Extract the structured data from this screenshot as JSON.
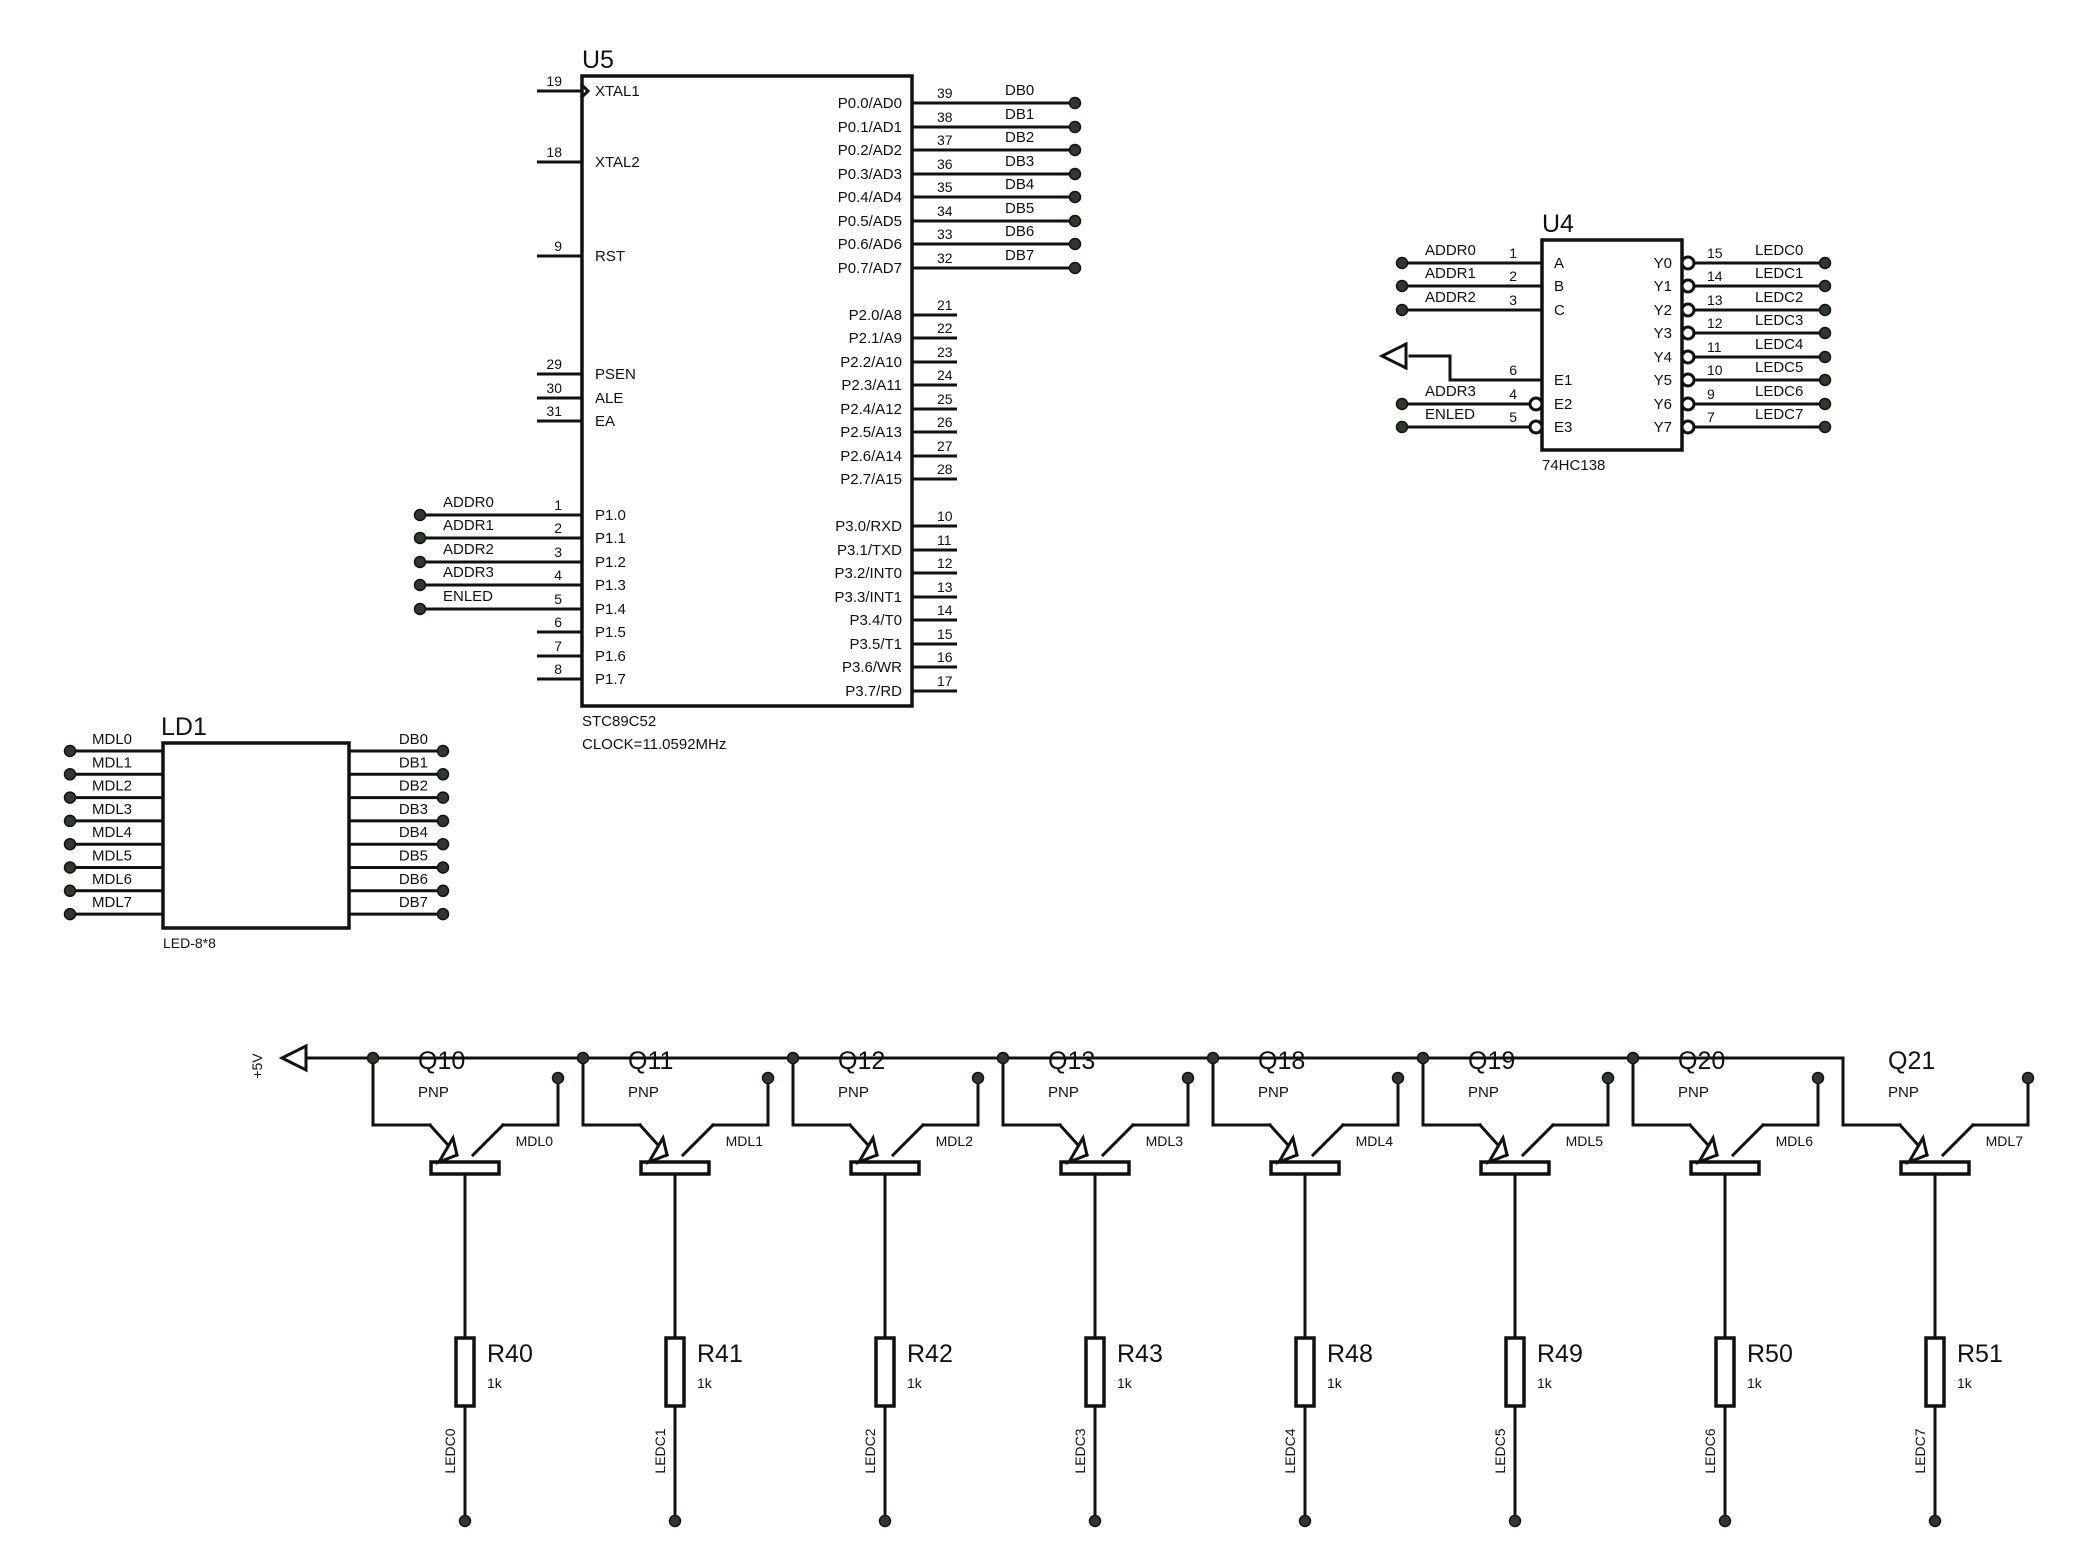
{
  "u5": {
    "ref": "U5",
    "part": "STC89C52",
    "clock": "CLOCK=11.0592MHz",
    "left_pins": [
      {
        "num": "19",
        "name": "XTAL1",
        "net": ""
      },
      {
        "num": "18",
        "name": "XTAL2",
        "net": ""
      },
      {
        "num": "9",
        "name": "RST",
        "net": ""
      },
      {
        "num": "29",
        "name": "PSEN",
        "net": ""
      },
      {
        "num": "30",
        "name": "ALE",
        "net": ""
      },
      {
        "num": "31",
        "name": "EA",
        "net": ""
      },
      {
        "num": "1",
        "name": "P1.0",
        "net": "ADDR0"
      },
      {
        "num": "2",
        "name": "P1.1",
        "net": "ADDR1"
      },
      {
        "num": "3",
        "name": "P1.2",
        "net": "ADDR2"
      },
      {
        "num": "4",
        "name": "P1.3",
        "net": "ADDR3"
      },
      {
        "num": "5",
        "name": "P1.4",
        "net": "ENLED"
      },
      {
        "num": "6",
        "name": "P1.5",
        "net": ""
      },
      {
        "num": "7",
        "name": "P1.6",
        "net": ""
      },
      {
        "num": "8",
        "name": "P1.7",
        "net": ""
      }
    ],
    "right_pins": [
      {
        "num": "39",
        "name": "P0.0/AD0",
        "net": "DB0"
      },
      {
        "num": "38",
        "name": "P0.1/AD1",
        "net": "DB1"
      },
      {
        "num": "37",
        "name": "P0.2/AD2",
        "net": "DB2"
      },
      {
        "num": "36",
        "name": "P0.3/AD3",
        "net": "DB3"
      },
      {
        "num": "35",
        "name": "P0.4/AD4",
        "net": "DB4"
      },
      {
        "num": "34",
        "name": "P0.5/AD5",
        "net": "DB5"
      },
      {
        "num": "33",
        "name": "P0.6/AD6",
        "net": "DB6"
      },
      {
        "num": "32",
        "name": "P0.7/AD7",
        "net": "DB7"
      },
      {
        "num": "21",
        "name": "P2.0/A8",
        "net": ""
      },
      {
        "num": "22",
        "name": "P2.1/A9",
        "net": ""
      },
      {
        "num": "23",
        "name": "P2.2/A10",
        "net": ""
      },
      {
        "num": "24",
        "name": "P2.3/A11",
        "net": ""
      },
      {
        "num": "25",
        "name": "P2.4/A12",
        "net": ""
      },
      {
        "num": "26",
        "name": "P2.5/A13",
        "net": ""
      },
      {
        "num": "27",
        "name": "P2.6/A14",
        "net": ""
      },
      {
        "num": "28",
        "name": "P2.7/A15",
        "net": ""
      },
      {
        "num": "10",
        "name": "P3.0/RXD",
        "net": ""
      },
      {
        "num": "11",
        "name": "P3.1/TXD",
        "net": ""
      },
      {
        "num": "12",
        "name": "P3.2/INT0",
        "net": ""
      },
      {
        "num": "13",
        "name": "P3.3/INT1",
        "net": ""
      },
      {
        "num": "14",
        "name": "P3.4/T0",
        "net": ""
      },
      {
        "num": "15",
        "name": "P3.5/T1",
        "net": ""
      },
      {
        "num": "16",
        "name": "P3.6/WR",
        "net": ""
      },
      {
        "num": "17",
        "name": "P3.7/RD",
        "net": ""
      }
    ]
  },
  "u4": {
    "ref": "U4",
    "part": "74HC138",
    "left_pins": [
      {
        "num": "1",
        "name": "A",
        "net": "ADDR0"
      },
      {
        "num": "2",
        "name": "B",
        "net": "ADDR1"
      },
      {
        "num": "3",
        "name": "C",
        "net": "ADDR2"
      },
      {
        "num": "6",
        "name": "E1",
        "net": ""
      },
      {
        "num": "4",
        "name": "E2",
        "net": "ADDR3"
      },
      {
        "num": "5",
        "name": "E3",
        "net": "ENLED"
      }
    ],
    "right_pins": [
      {
        "num": "15",
        "name": "Y0",
        "net": "LEDC0"
      },
      {
        "num": "14",
        "name": "Y1",
        "net": "LEDC1"
      },
      {
        "num": "13",
        "name": "Y2",
        "net": "LEDC2"
      },
      {
        "num": "12",
        "name": "Y3",
        "net": "LEDC3"
      },
      {
        "num": "11",
        "name": "Y4",
        "net": "LEDC4"
      },
      {
        "num": "10",
        "name": "Y5",
        "net": "LEDC5"
      },
      {
        "num": "9",
        "name": "Y6",
        "net": "LEDC6"
      },
      {
        "num": "7",
        "name": "Y7",
        "net": "LEDC7"
      }
    ]
  },
  "ld1": {
    "ref": "LD1",
    "part": "LED-8*8",
    "left_nets": [
      "MDL0",
      "MDL1",
      "MDL2",
      "MDL3",
      "MDL4",
      "MDL5",
      "MDL6",
      "MDL7"
    ],
    "right_nets": [
      "DB0",
      "DB1",
      "DB2",
      "DB3",
      "DB4",
      "DB5",
      "DB6",
      "DB7"
    ]
  },
  "power": {
    "label": "+5V"
  },
  "transistors": [
    {
      "ref": "Q10",
      "type": "PNP",
      "collector_net": "MDL0",
      "resistor": "R40",
      "value": "1k",
      "base_net": "LEDC0"
    },
    {
      "ref": "Q11",
      "type": "PNP",
      "collector_net": "MDL1",
      "resistor": "R41",
      "value": "1k",
      "base_net": "LEDC1"
    },
    {
      "ref": "Q12",
      "type": "PNP",
      "collector_net": "MDL2",
      "resistor": "R42",
      "value": "1k",
      "base_net": "LEDC2"
    },
    {
      "ref": "Q13",
      "type": "PNP",
      "collector_net": "MDL3",
      "resistor": "R43",
      "value": "1k",
      "base_net": "LEDC3"
    },
    {
      "ref": "Q18",
      "type": "PNP",
      "collector_net": "MDL4",
      "resistor": "R48",
      "value": "1k",
      "base_net": "LEDC4"
    },
    {
      "ref": "Q19",
      "type": "PNP",
      "collector_net": "MDL5",
      "resistor": "R49",
      "value": "1k",
      "base_net": "LEDC5"
    },
    {
      "ref": "Q20",
      "type": "PNP",
      "collector_net": "MDL6",
      "resistor": "R50",
      "value": "1k",
      "base_net": "LEDC6"
    },
    {
      "ref": "Q21",
      "type": "PNP",
      "collector_net": "MDL7",
      "resistor": "R51",
      "value": "1k",
      "base_net": "LEDC7"
    }
  ]
}
